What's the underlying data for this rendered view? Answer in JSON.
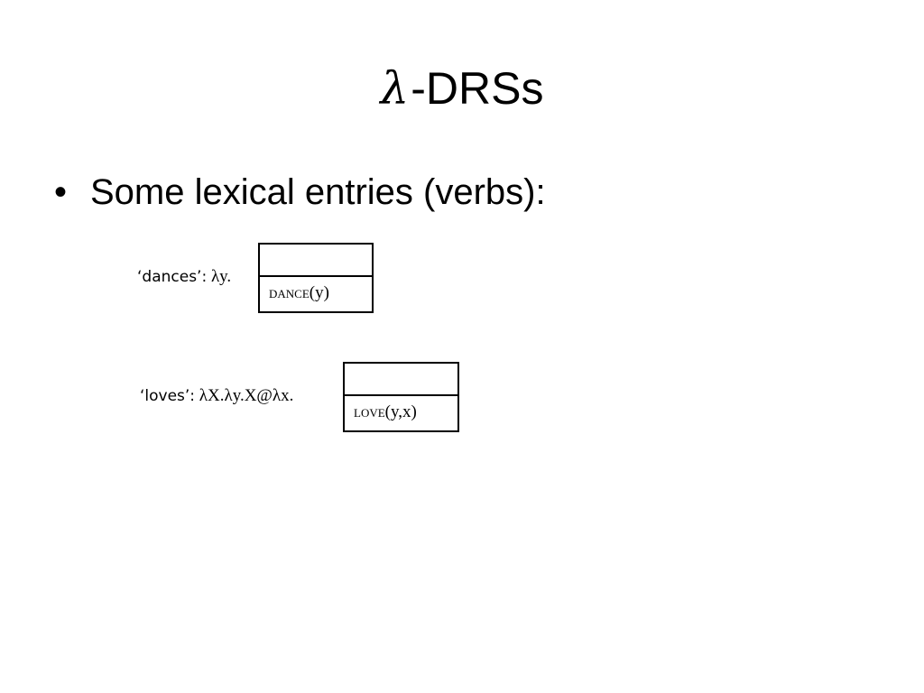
{
  "slide": {
    "title_symbol": "λ",
    "title_text": "-DRSs",
    "bullet_symbol": "•",
    "bullet_text": "Some lexical entries (verbs):"
  },
  "entries": [
    {
      "word": "‘dances’:",
      "lambda_term": "λy.",
      "drs_predicate": "dance",
      "drs_args": "(y)"
    },
    {
      "word": "‘loves’:",
      "lambda_term": "λX.λy.X@λx.",
      "drs_predicate": "love",
      "drs_args": "(y,x)"
    }
  ]
}
